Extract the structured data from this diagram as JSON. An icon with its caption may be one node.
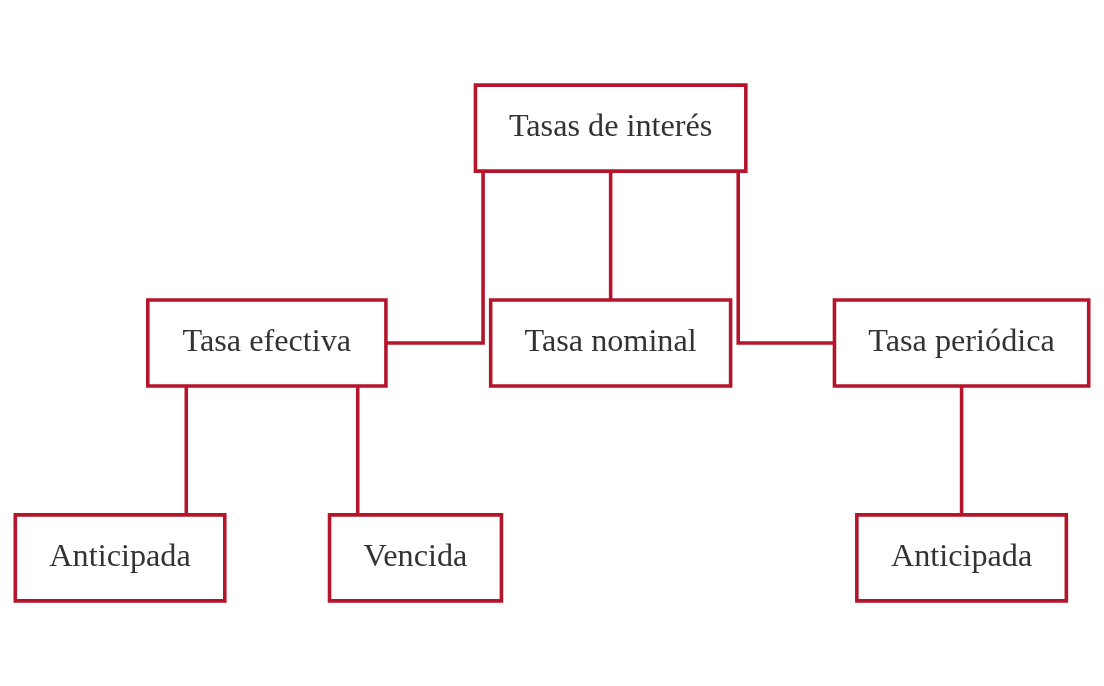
{
  "diagram": {
    "nodes": [
      {
        "text": [
          "Tasas de interés"
        ]
      },
      {
        "text": [
          "Tasa efectiva"
        ]
      },
      {
        "text": [
          "Tasa nominal"
        ]
      },
      {
        "text": [
          "Tasa periódica"
        ]
      },
      {
        "text": [
          "Anticipada"
        ]
      },
      {
        "text": [
          "Vencida"
        ]
      },
      {
        "text": [
          "Anticipada"
        ]
      }
    ],
    "edges": [
      {
        "from": 0,
        "to": 1,
        "arrow": "none"
      },
      {
        "from": 0,
        "to": 2,
        "arrow": "none"
      },
      {
        "from": 0,
        "to": 3,
        "arrow": "none"
      },
      {
        "from": 1,
        "to": 4,
        "arrow": "none"
      },
      {
        "from": 1,
        "to": 5,
        "arrow": "none"
      },
      {
        "from": 3,
        "to": 6,
        "arrow": "none"
      }
    ]
  }
}
